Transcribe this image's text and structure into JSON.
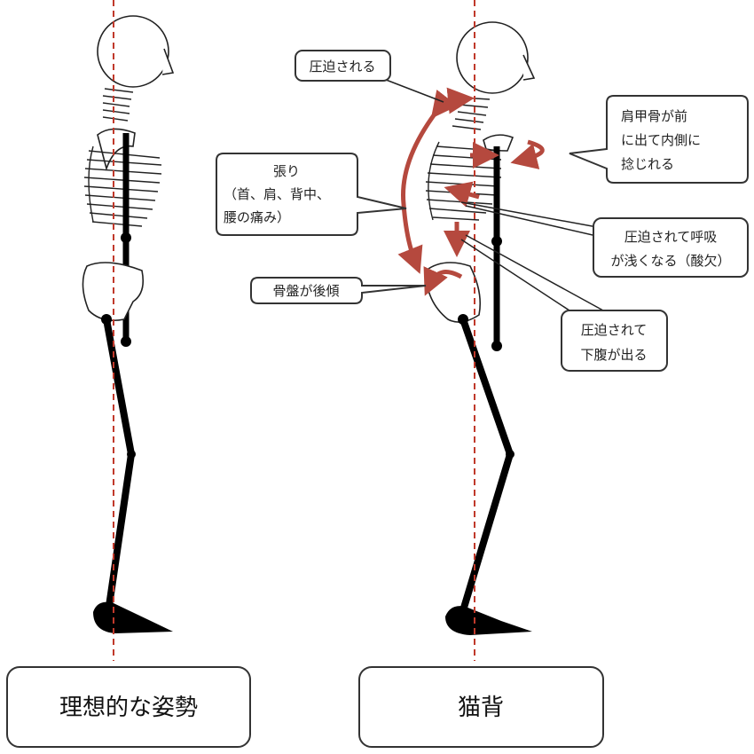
{
  "colors": {
    "arrow": "#b5493e",
    "guide_line": "#c0392b",
    "bone_stroke": "#222222"
  },
  "left": {
    "caption": "理想的な姿勢"
  },
  "right": {
    "caption": "猫背"
  },
  "callouts": {
    "neck_compressed": "圧迫される",
    "tension": {
      "line1": "張り",
      "line2": "（首、肩、背中、",
      "line3": "腰の痛み）"
    },
    "pelvis": "骨盤が後傾",
    "scapula": {
      "line1": "肩甲骨が前",
      "line2": "に出て内側に",
      "line3": "捻じれる"
    },
    "breathing": {
      "line1": "圧迫されて呼吸",
      "line2": "が浅くなる（酸欠）"
    },
    "abdomen": {
      "line1": "圧迫されて",
      "line2": "下腹が出る"
    }
  }
}
